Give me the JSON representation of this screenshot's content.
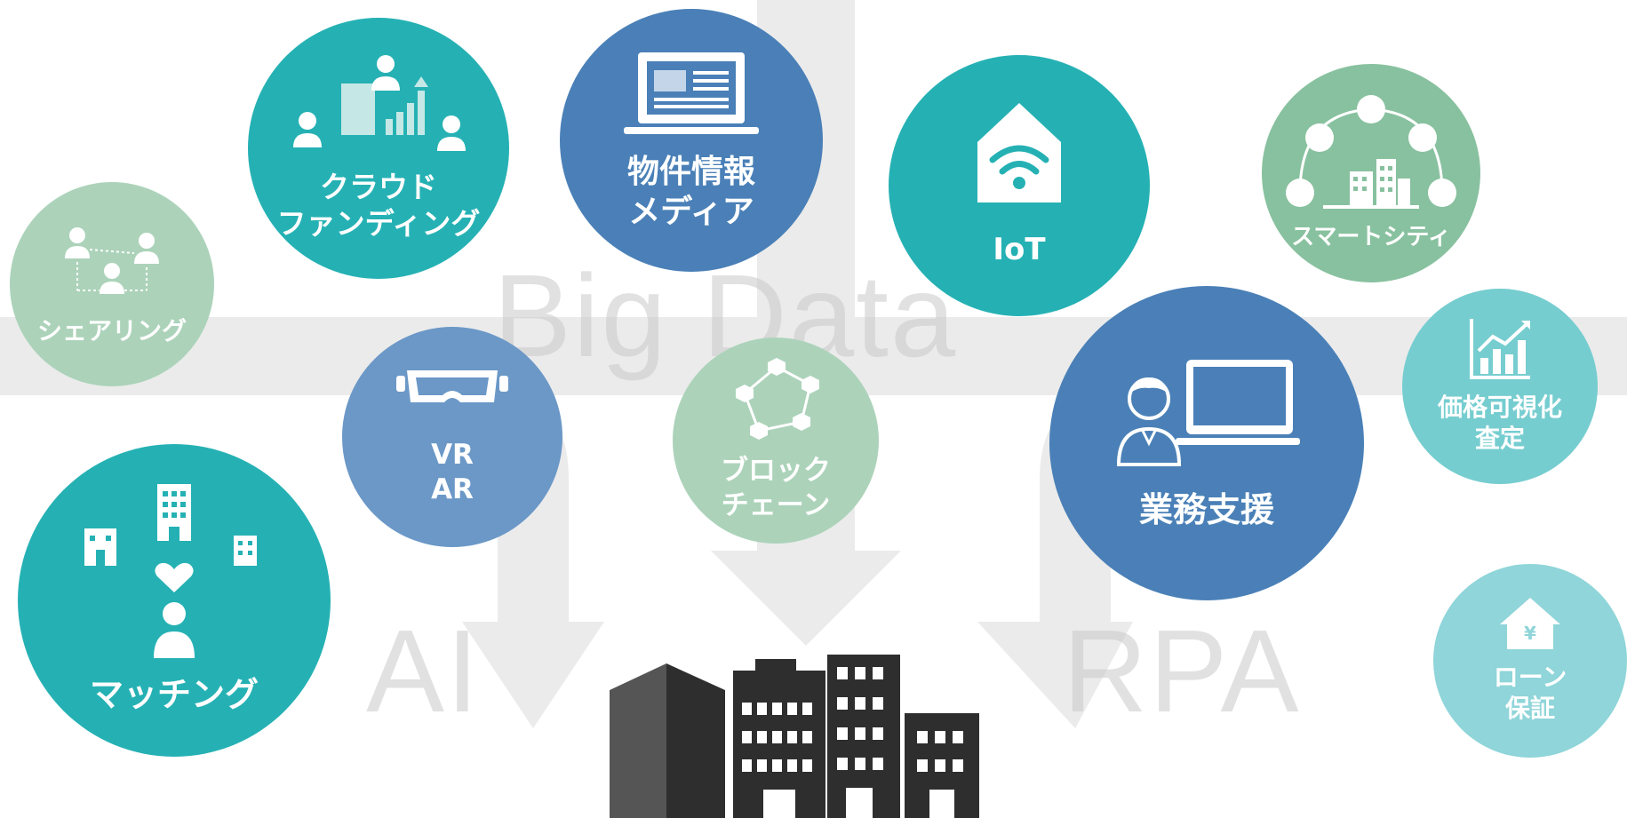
{
  "background": {
    "words": {
      "big_data": "Big Data",
      "ai": "AI",
      "rpa": "RPA"
    },
    "arrow_color": "#e9e9e9"
  },
  "colors": {
    "teal": "#25b1b4",
    "blue": "#4a80b7",
    "mid_blue": "#6b98c7",
    "sage": "#88c19f",
    "pale_sage": "#acd3ba",
    "aqua": "#76cdd0",
    "pale_aqua": "#8fd5d9",
    "building": "#2e2e2e"
  },
  "nodes": {
    "sharing": {
      "label": "シェアリング",
      "icon": "people-network-icon"
    },
    "crowdfunding": {
      "line1": "クラウド",
      "line2": "ファンディング",
      "icon": "crowdfunding-icon"
    },
    "property_media": {
      "line1": "物件情報",
      "line2": "メディア",
      "icon": "laptop-article-icon"
    },
    "iot": {
      "label": "IoT",
      "icon": "smart-home-wifi-icon"
    },
    "smart_city": {
      "label": "スマートシティ",
      "icon": "city-network-icon"
    },
    "vr_ar": {
      "line1": "VR",
      "line2": "AR",
      "icon": "vr-goggles-icon"
    },
    "blockchain": {
      "line1": "ブロック",
      "line2": "チェーン",
      "icon": "chain-network-icon"
    },
    "business_support": {
      "label": "業務支援",
      "icon": "person-laptop-icon"
    },
    "price_visualization": {
      "line1": "価格可視化",
      "line2": "査定",
      "icon": "growth-chart-icon"
    },
    "matching": {
      "label": "マッチング",
      "icon": "buildings-heart-person-icon"
    },
    "loan_guarantee": {
      "line1": "ローン",
      "line2": "保証",
      "icon": "house-yen-icon"
    }
  },
  "center": {
    "icon": "office-buildings-icon"
  }
}
